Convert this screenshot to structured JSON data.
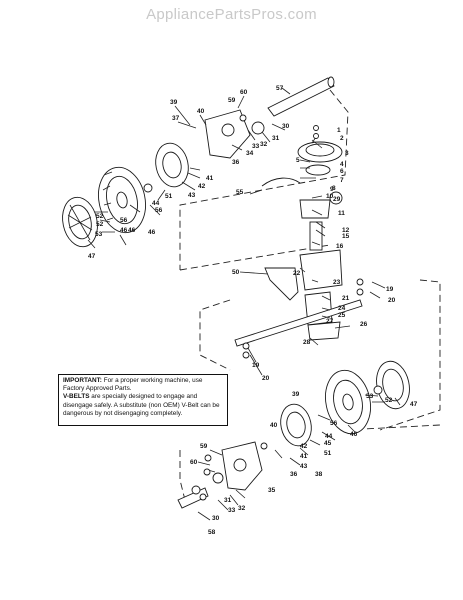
{
  "watermark": "AppliancePartsPros.com",
  "notice": {
    "important_label": "IMPORTANT:",
    "important_text": "For a proper working machine, use Factory Approved Parts.",
    "vbelts_label": "V-BELTS",
    "vbelts_text": "are specially designed to engage and disengage safely. A substitute (non OEM) V-Belt can be dangerous by not disengaging completely."
  },
  "callouts": [
    "1",
    "2",
    "3",
    "4",
    "5",
    "6",
    "7",
    "8",
    "9",
    "10",
    "11",
    "12",
    "15",
    "16",
    "19",
    "20",
    "21",
    "22",
    "23",
    "24",
    "25",
    "26",
    "27",
    "28",
    "29",
    "30",
    "31",
    "32",
    "33",
    "34",
    "35",
    "36",
    "37",
    "38",
    "39",
    "40",
    "41",
    "42",
    "43",
    "44",
    "45",
    "46",
    "47",
    "50",
    "51",
    "52",
    "53",
    "55",
    "56",
    "57",
    "58",
    "59",
    "60"
  ]
}
